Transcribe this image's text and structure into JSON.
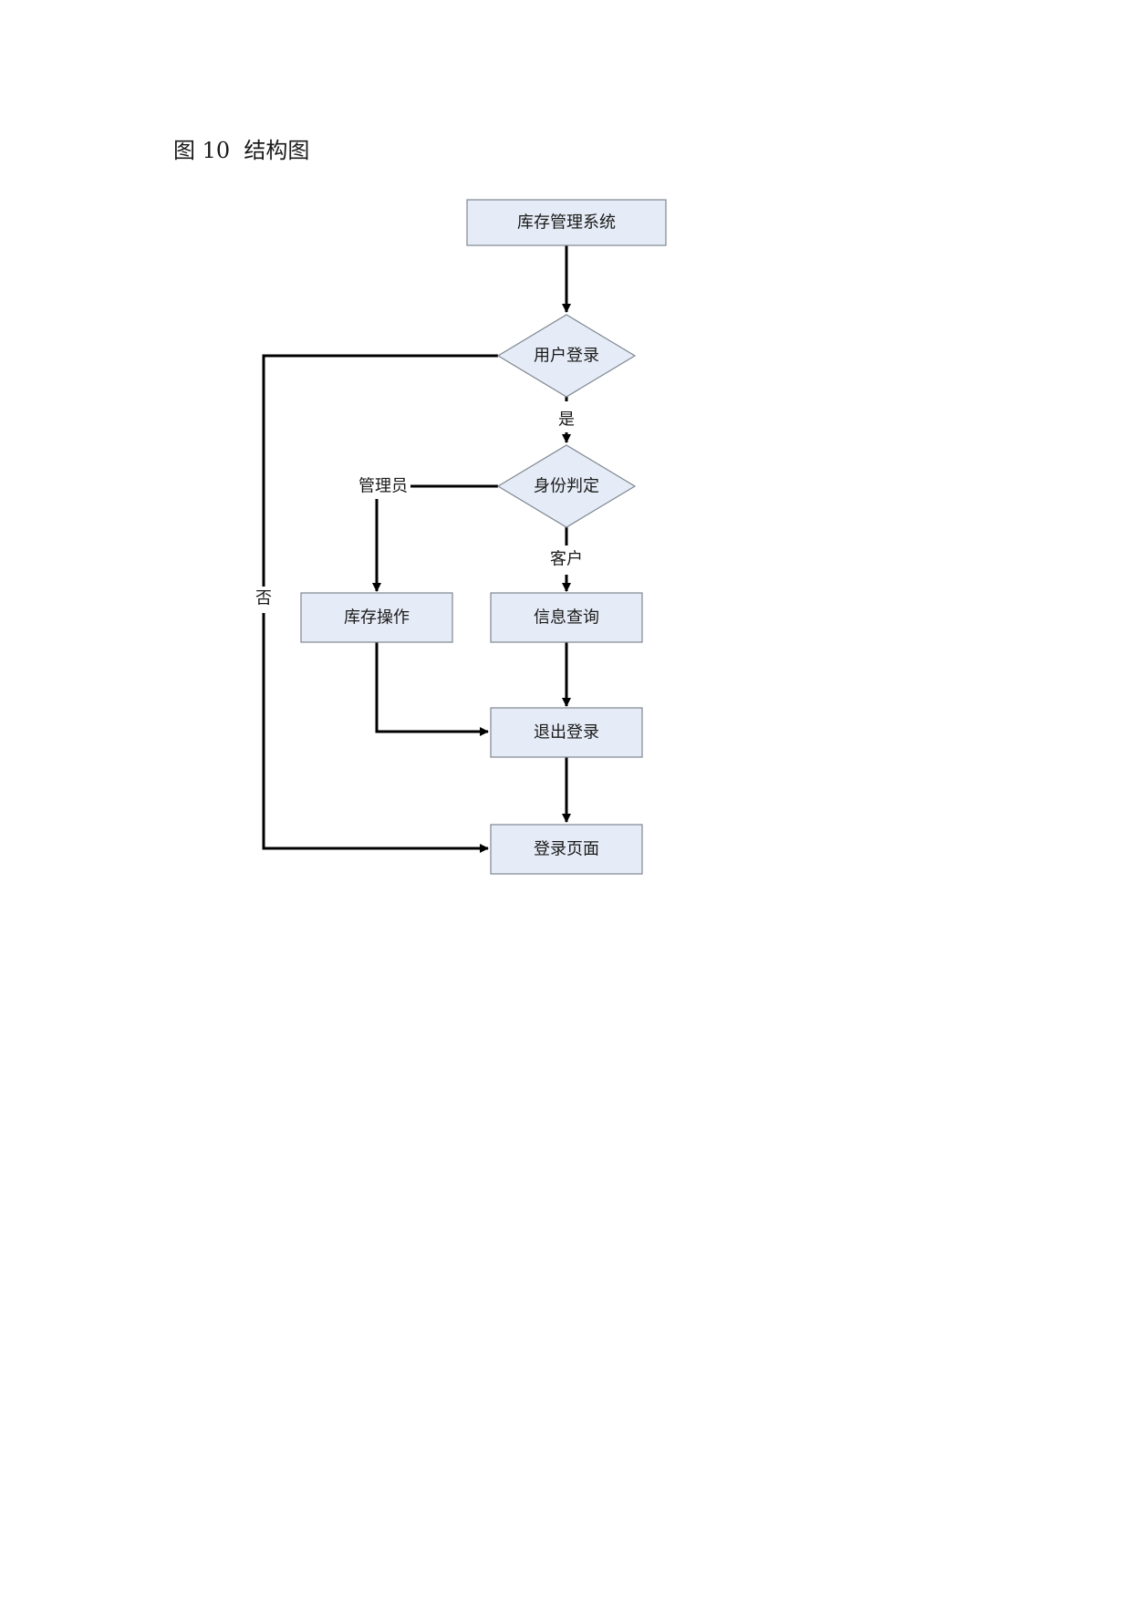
{
  "caption": "图 10  结构图",
  "colors": {
    "node_fill": "#e6ecf7",
    "node_stroke": "#7f8790",
    "edge": "#000000"
  },
  "nodes": {
    "system": "库存管理系统",
    "login_check": "用户登录",
    "identity_check": "身份判定",
    "stock_ops": "库存操作",
    "info_query": "信息查询",
    "logout": "退出登录",
    "login_page": "登录页面"
  },
  "edge_labels": {
    "yes": "是",
    "no": "否",
    "admin": "管理员",
    "customer": "客户"
  }
}
